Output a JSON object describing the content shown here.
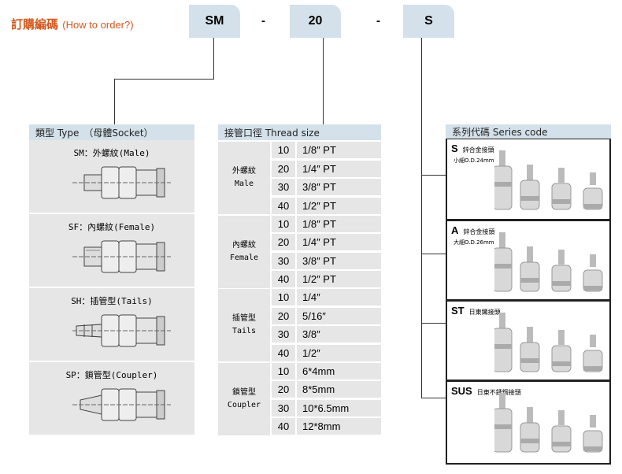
{
  "title": {
    "cn": "訂購編碼",
    "en": "(How to order?)"
  },
  "code": {
    "part1": "SM",
    "sep1": "-",
    "part2": "20",
    "sep2": "-",
    "part3": "S"
  },
  "type_panel": {
    "header": "類型 Type　（母體Socket）",
    "items": [
      {
        "label": "SM：外螺紋(Male)",
        "icon": "male-thread-socket"
      },
      {
        "label": "SF：內螺紋(Female)",
        "icon": "female-thread-socket"
      },
      {
        "label": "SH：插管型(Tails)",
        "icon": "hose-tail-socket"
      },
      {
        "label": "SP：鎖管型(Coupler)",
        "icon": "coupler-socket"
      }
    ]
  },
  "thread_panel": {
    "header": "接管口徑 Thread size",
    "groups": [
      {
        "cn": "外螺紋",
        "en": "Male",
        "rows": [
          [
            "10",
            "1/8″ PT"
          ],
          [
            "20",
            "1/4″ PT"
          ],
          [
            "30",
            "3/8″ PT"
          ],
          [
            "40",
            "1/2″ PT"
          ]
        ]
      },
      {
        "cn": "內螺紋",
        "en": "Female",
        "rows": [
          [
            "10",
            "1/8″ PT"
          ],
          [
            "20",
            "1/4″ PT"
          ],
          [
            "30",
            "3/8″ PT"
          ],
          [
            "40",
            "1/2″ PT"
          ]
        ]
      },
      {
        "cn": "插管型",
        "en": "Tails",
        "rows": [
          [
            "10",
            "1/4″"
          ],
          [
            "20",
            "5/16″"
          ],
          [
            "30",
            "3/8″"
          ],
          [
            "40",
            "1/2″"
          ]
        ]
      },
      {
        "cn": "鎖管型",
        "en": "Coupler",
        "rows": [
          [
            "10",
            "6*4mm"
          ],
          [
            "20",
            "8*5mm"
          ],
          [
            "30",
            "10*6.5mm"
          ],
          [
            "40",
            "12*8mm"
          ]
        ]
      }
    ]
  },
  "series_panel": {
    "header": "系列代碼 Series code",
    "items": [
      {
        "code": "S",
        "name": "鋅合金接頭",
        "sub": "小細O.D.24mm"
      },
      {
        "code": "A",
        "name": "鋅合金接頭",
        "sub": "大細O.D.26mm"
      },
      {
        "code": "ST",
        "name": "日東鐵接頭",
        "sub": ""
      },
      {
        "code": "SUS",
        "name": "日東不銹鋼接頭",
        "sub": ""
      }
    ]
  },
  "colors": {
    "accent": "#d2581e",
    "header_bg": "#d4e1ea",
    "cell_bg": "#e6e6e6"
  }
}
